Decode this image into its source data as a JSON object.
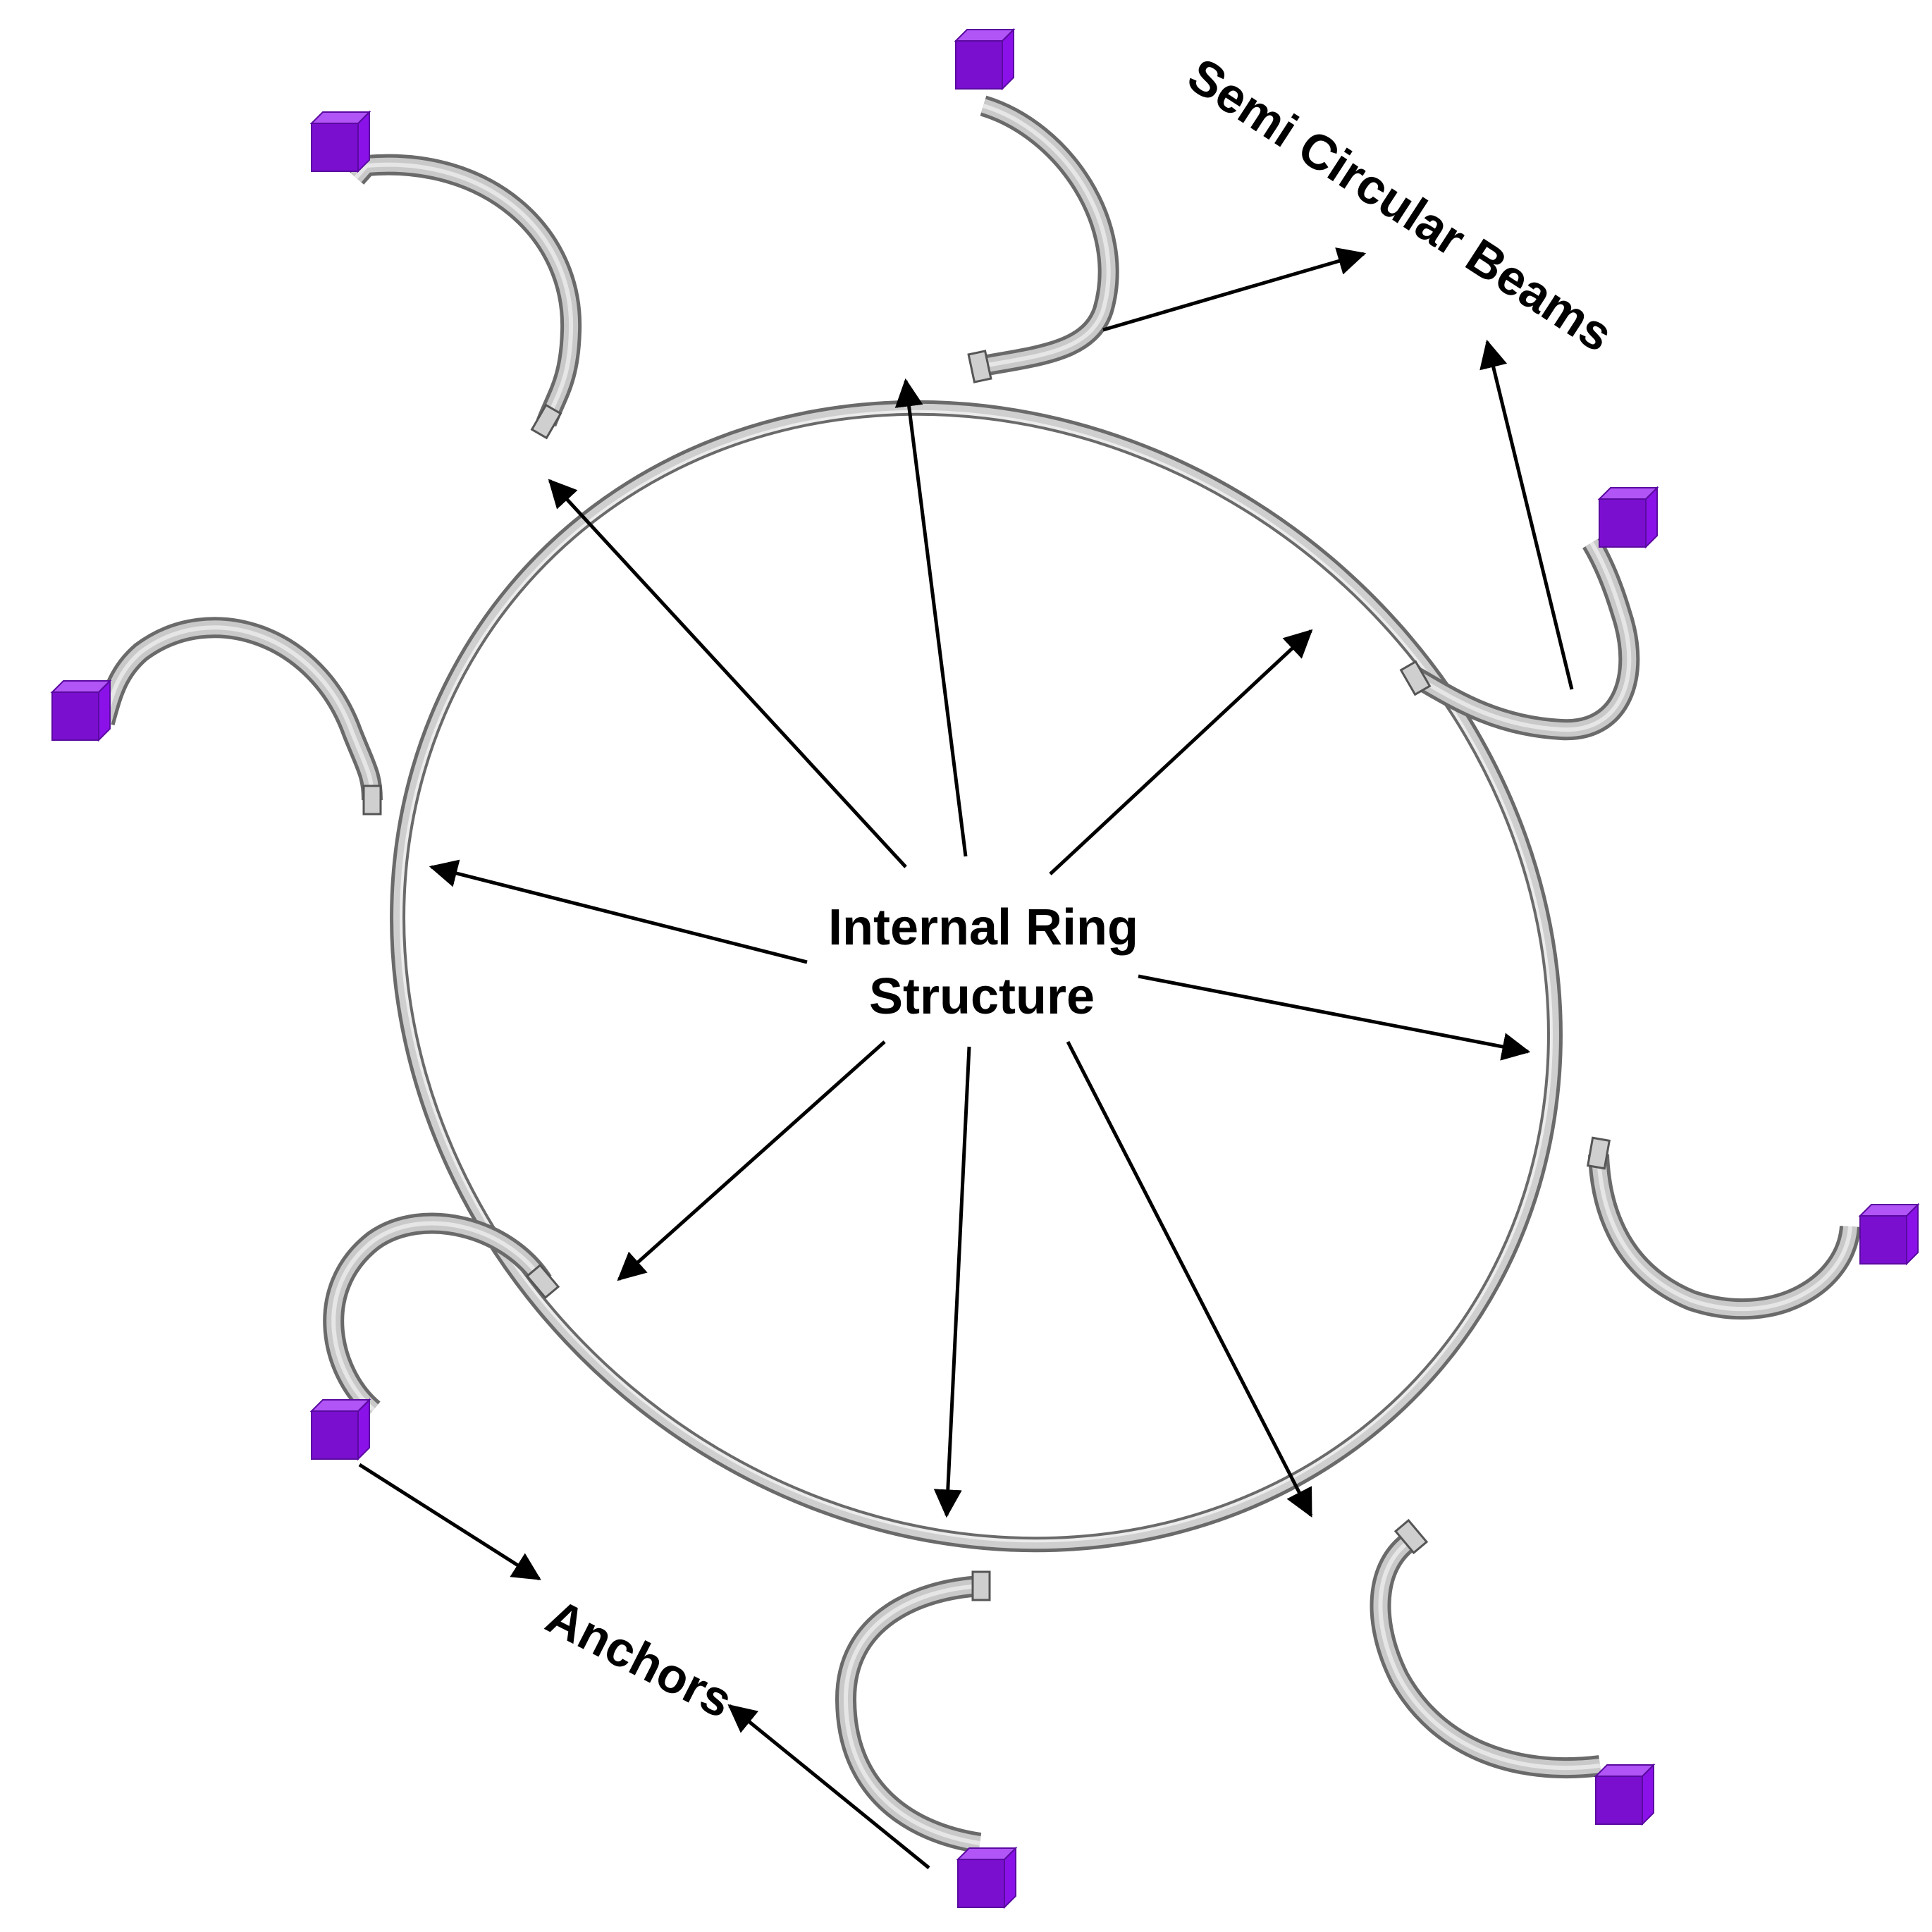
{
  "labels": {
    "center_line1": "Internal Ring",
    "center_line2": "Structure",
    "beams": "Semi Circular Beams",
    "anchors": "Anchors"
  },
  "colors": {
    "anchor_top": "#b155f7",
    "anchor_side": "#8a12e8",
    "anchor_front": "#7a0fd0",
    "ring": "#cfcfcf",
    "arrow": "#000000"
  }
}
